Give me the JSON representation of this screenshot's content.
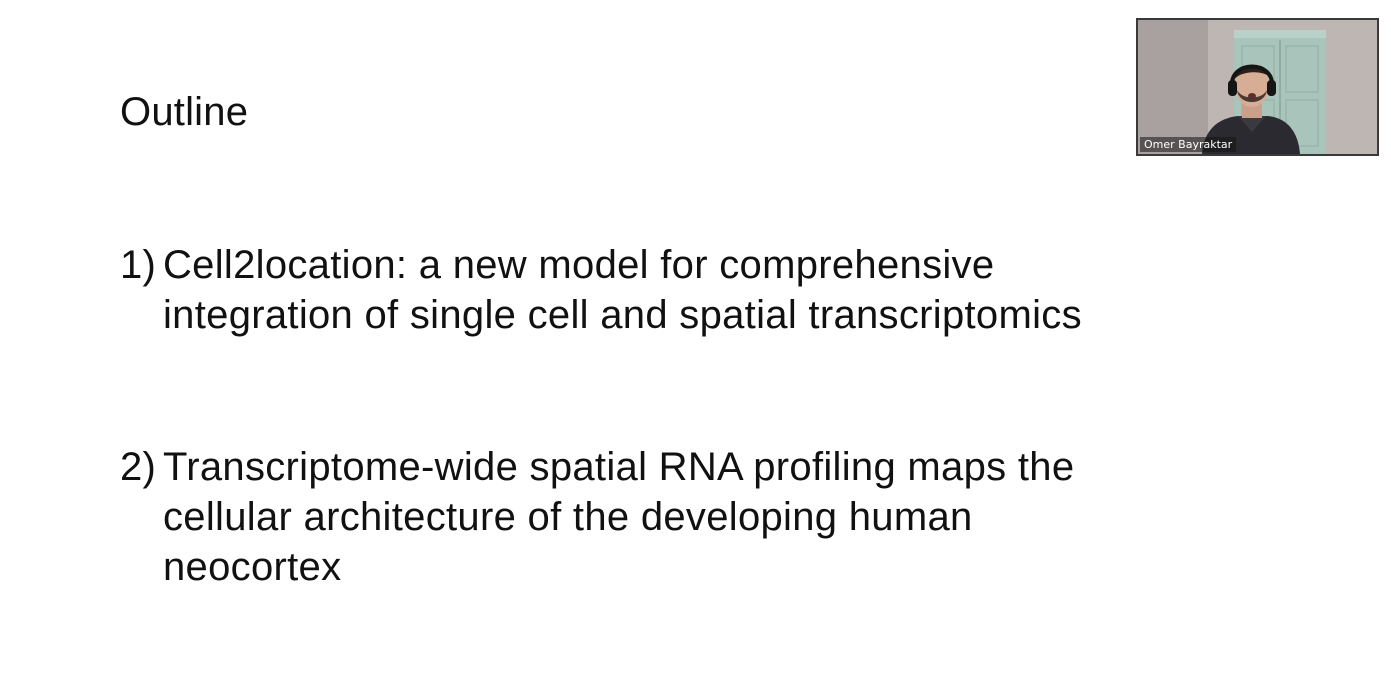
{
  "slide": {
    "title": "Outline",
    "items": [
      {
        "number": "1)",
        "text": "Cell2location: a new model for comprehensive integration of single cell and spatial transcriptomics"
      },
      {
        "number": "2)",
        "text": "Transcriptome-wide spatial RNA profiling maps the cellular architecture of the developing human neocortex"
      }
    ]
  },
  "video": {
    "participant_name": "Omer Bayraktar"
  },
  "colors": {
    "background": "#ffffff",
    "text": "#111111",
    "tile_border": "#3a3a3a",
    "wall": "#b9b3b0",
    "cabinet": "#a9c4bb"
  }
}
